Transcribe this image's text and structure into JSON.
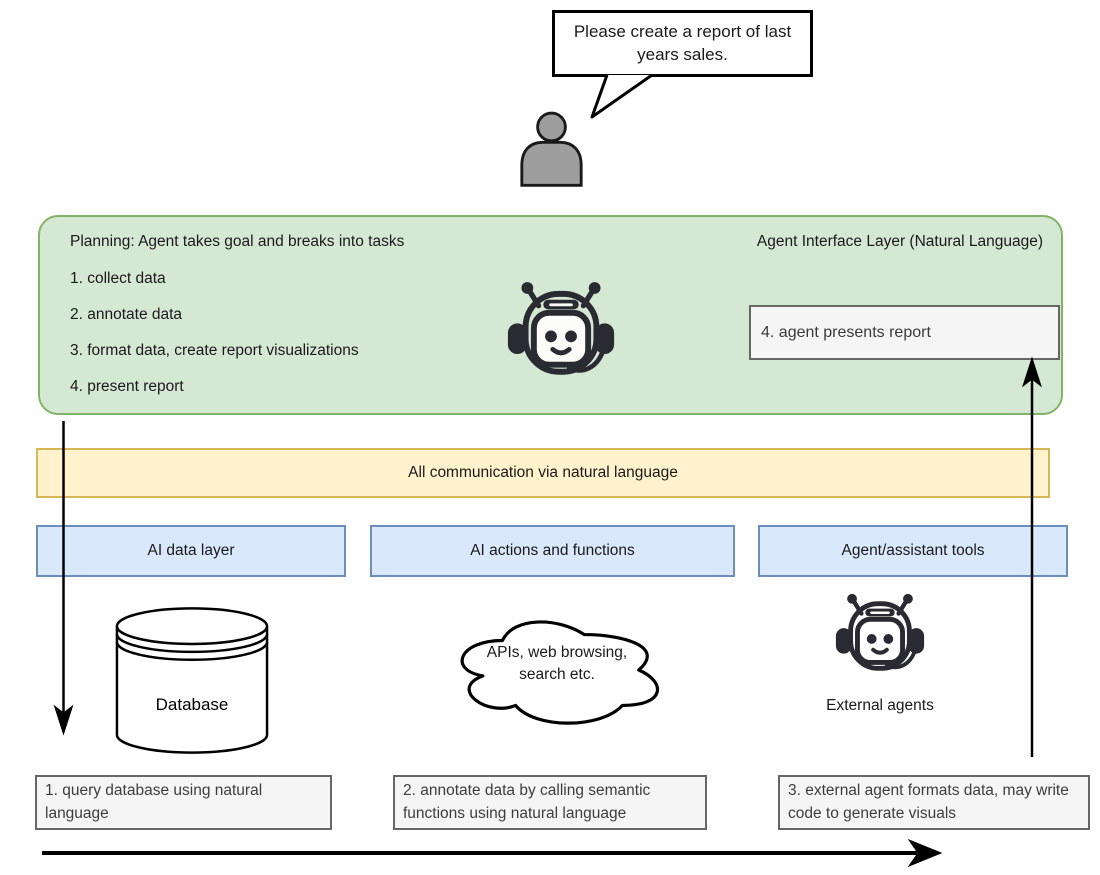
{
  "user": {
    "speech_bubble": "Please create a report of last years sales."
  },
  "planning_box": {
    "title": "Planning: Agent takes goal and breaks into tasks",
    "tasks": [
      "1. collect data",
      "2. annotate data",
      "3. format data, create report visualizations",
      "4. present report"
    ],
    "interface_label": "Agent Interface Layer (Natural Language)",
    "present_report_box": "4. agent presents report"
  },
  "communication_bar": {
    "label": "All communication via natural language"
  },
  "layers": [
    {
      "label": "AI data layer"
    },
    {
      "label": "AI actions and functions"
    },
    {
      "label": "Agent/assistant tools"
    }
  ],
  "components": {
    "database_label": "Database",
    "cloud_label": "APIs, web browsing, search etc.",
    "external_agents_label": "External agents"
  },
  "process_steps": [
    "1. query database using natural language",
    "2. annotate data by calling semantic functions using natural language",
    "3. external agent formats data, may write code to generate visuals"
  ],
  "colors": {
    "planning_fill": "#d5e8d4",
    "planning_border": "#82b366",
    "communication_fill": "#fff2cc",
    "communication_border": "#d6b656",
    "layer_fill": "#dae8fc",
    "layer_border": "#6c8ebf",
    "step_fill": "#f5f5f5",
    "step_border": "#666666",
    "person_fill": "#9e9e9e",
    "robot_color": "#2a2a32",
    "arrow_color": "#000000"
  }
}
